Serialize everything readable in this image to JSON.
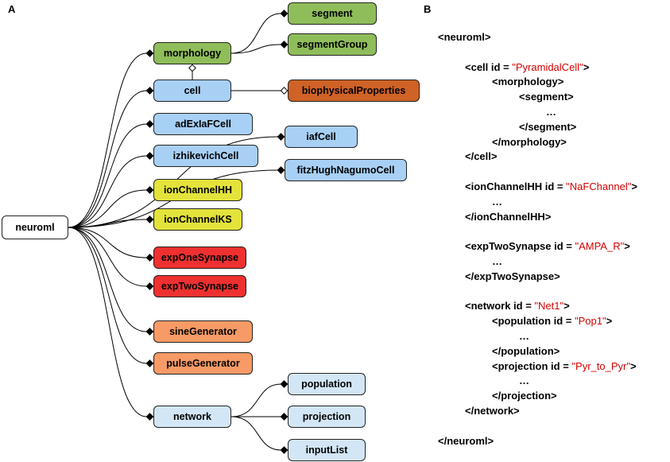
{
  "panel_labels": {
    "a": "A",
    "b": "B"
  },
  "colors": {
    "green": "#8fbd5a",
    "blue": "#a8d0f5",
    "yellow": "#e3e33c",
    "red": "#ee3030",
    "orange": "#f79a66",
    "brown": "#cf6226",
    "lightblue": "#d3e6f5",
    "white": "#ffffff",
    "xml_value": "#d40000"
  },
  "nodes": [
    {
      "id": "neuroml",
      "label": "neuroml",
      "color": "white"
    },
    {
      "id": "segment",
      "label": "segment",
      "color": "green"
    },
    {
      "id": "segmentGroup",
      "label": "segmentGroup",
      "color": "green"
    },
    {
      "id": "morphology",
      "label": "morphology",
      "color": "green"
    },
    {
      "id": "cell",
      "label": "cell",
      "color": "blue"
    },
    {
      "id": "biophysicalProperties",
      "label": "biophysicalProperties",
      "color": "brown"
    },
    {
      "id": "adExIaFCell",
      "label": "adExIaFCell",
      "color": "blue"
    },
    {
      "id": "iafCell",
      "label": "iafCell",
      "color": "blue"
    },
    {
      "id": "izhikevichCell",
      "label": "izhikevichCell",
      "color": "blue"
    },
    {
      "id": "fitzHughNagumoCell",
      "label": "fitzHughNagumoCell",
      "color": "blue"
    },
    {
      "id": "ionChannelHH",
      "label": "ionChannelHH",
      "color": "yellow"
    },
    {
      "id": "ionChannelKS",
      "label": "ionChannelKS",
      "color": "yellow"
    },
    {
      "id": "expOneSynapse",
      "label": "expOneSynapse",
      "color": "red"
    },
    {
      "id": "expTwoSynapse",
      "label": "expTwoSynapse",
      "color": "red"
    },
    {
      "id": "sineGenerator",
      "label": "sineGenerator",
      "color": "orange"
    },
    {
      "id": "pulseGenerator",
      "label": "pulseGenerator",
      "color": "orange"
    },
    {
      "id": "network",
      "label": "network",
      "color": "lightblue"
    },
    {
      "id": "population",
      "label": "population",
      "color": "lightblue"
    },
    {
      "id": "projection",
      "label": "projection",
      "color": "lightblue"
    },
    {
      "id": "inputList",
      "label": "inputList",
      "color": "lightblue"
    }
  ],
  "edges": [
    {
      "from": "neuroml",
      "to": "morphology",
      "type": "composition"
    },
    {
      "from": "neuroml",
      "to": "cell",
      "type": "composition"
    },
    {
      "from": "neuroml",
      "to": "adExIaFCell",
      "type": "composition"
    },
    {
      "from": "neuroml",
      "to": "izhikevichCell",
      "type": "composition"
    },
    {
      "from": "neuroml",
      "to": "ionChannelHH",
      "type": "composition"
    },
    {
      "from": "neuroml",
      "to": "ionChannelKS",
      "type": "composition"
    },
    {
      "from": "neuroml",
      "to": "expOneSynapse",
      "type": "composition"
    },
    {
      "from": "neuroml",
      "to": "expTwoSynapse",
      "type": "composition"
    },
    {
      "from": "neuroml",
      "to": "sineGenerator",
      "type": "composition"
    },
    {
      "from": "neuroml",
      "to": "pulseGenerator",
      "type": "composition"
    },
    {
      "from": "neuroml",
      "to": "network",
      "type": "composition"
    },
    {
      "from": "neuroml",
      "to": "iafCell",
      "type": "composition"
    },
    {
      "from": "neuroml",
      "to": "fitzHughNagumoCell",
      "type": "composition"
    },
    {
      "from": "morphology",
      "to": "segment",
      "type": "composition"
    },
    {
      "from": "morphology",
      "to": "segmentGroup",
      "type": "composition"
    },
    {
      "from": "cell",
      "to": "morphology",
      "type": "aggregation"
    },
    {
      "from": "cell",
      "to": "biophysicalProperties",
      "type": "aggregation"
    },
    {
      "from": "network",
      "to": "population",
      "type": "composition"
    },
    {
      "from": "network",
      "to": "projection",
      "type": "composition"
    },
    {
      "from": "network",
      "to": "inputList",
      "type": "composition"
    }
  ],
  "xml_lines": [
    {
      "indent": 0,
      "text": "<neuroml>",
      "val": "",
      "tail": ""
    },
    {
      "indent": 0,
      "text": "",
      "val": "",
      "tail": ""
    },
    {
      "indent": 1,
      "text": "<cell id = ",
      "val": "\"PyramidalCell\"",
      "tail": ">"
    },
    {
      "indent": 2,
      "text": "<morphology>",
      "val": "",
      "tail": ""
    },
    {
      "indent": 3,
      "text": "<segment>",
      "val": "",
      "tail": ""
    },
    {
      "indent": 4,
      "text": "…",
      "val": "",
      "tail": ""
    },
    {
      "indent": 3,
      "text": "</segment>",
      "val": "",
      "tail": ""
    },
    {
      "indent": 2,
      "text": "</morphology>",
      "val": "",
      "tail": ""
    },
    {
      "indent": 1,
      "text": "</cell>",
      "val": "",
      "tail": ""
    },
    {
      "indent": 0,
      "text": "",
      "val": "",
      "tail": ""
    },
    {
      "indent": 1,
      "text": "<ionChannelHH id = ",
      "val": "\"NaFChannel\"",
      "tail": ">"
    },
    {
      "indent": 2,
      "text": "…",
      "val": "",
      "tail": ""
    },
    {
      "indent": 1,
      "text": "</ionChannelHH>",
      "val": "",
      "tail": ""
    },
    {
      "indent": 0,
      "text": "",
      "val": "",
      "tail": ""
    },
    {
      "indent": 1,
      "text": "<expTwoSynapse id = ",
      "val": "\"AMPA_R\"",
      "tail": ">"
    },
    {
      "indent": 2,
      "text": "…",
      "val": "",
      "tail": ""
    },
    {
      "indent": 1,
      "text": "</expTwoSynapse>",
      "val": "",
      "tail": ""
    },
    {
      "indent": 0,
      "text": "",
      "val": "",
      "tail": ""
    },
    {
      "indent": 1,
      "text": "<network id = ",
      "val": "\"Net1\"",
      "tail": ">"
    },
    {
      "indent": 2,
      "text": "<population id = ",
      "val": "\"Pop1\"",
      "tail": ">"
    },
    {
      "indent": 3,
      "text": "…",
      "val": "",
      "tail": ""
    },
    {
      "indent": 2,
      "text": "</population>",
      "val": "",
      "tail": ""
    },
    {
      "indent": 2,
      "text": "<projection id = ",
      "val": "\"Pyr_to_Pyr\"",
      "tail": ">"
    },
    {
      "indent": 3,
      "text": "…",
      "val": "",
      "tail": ""
    },
    {
      "indent": 2,
      "text": "</projection>",
      "val": "",
      "tail": ""
    },
    {
      "indent": 1,
      "text": "</network>",
      "val": "",
      "tail": ""
    },
    {
      "indent": 0,
      "text": "",
      "val": "",
      "tail": ""
    },
    {
      "indent": 0,
      "text": "</neuroml>",
      "val": "",
      "tail": ""
    }
  ]
}
